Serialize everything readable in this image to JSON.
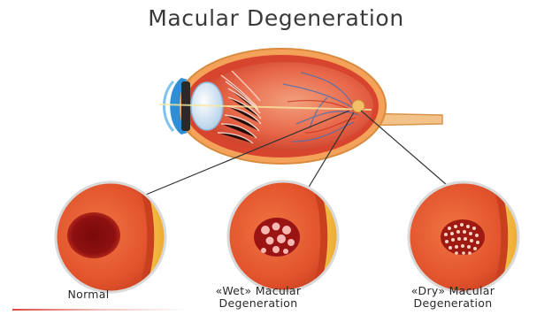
{
  "title": "Macular Degeneration",
  "captions": {
    "normal": "Normal",
    "wet_line1": "«Wet» Macular",
    "wet_line2": "Degeneration",
    "dry_line1": "«Dry» Macular",
    "dry_line2": "Degeneration"
  },
  "colors": {
    "retina_orange": "#e8552d",
    "sclera_yellow": "#f4b53a",
    "macula_dark_red": "#8e1010",
    "lesion_pink": "#f6b8b2",
    "iris_blue": "#2e8ed6",
    "title_gray": "#3a3a3a"
  }
}
